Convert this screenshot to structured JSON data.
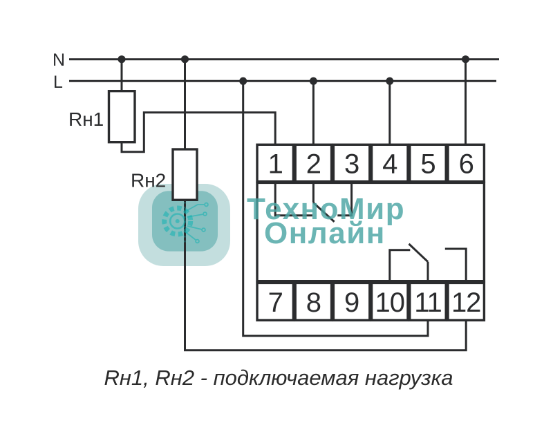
{
  "labels": {
    "neutral": "N",
    "line": "L",
    "load1": "Rн1",
    "load2": "Rн2"
  },
  "device": {
    "top_terminals": [
      "1",
      "2",
      "3",
      "4",
      "5",
      "6"
    ],
    "bottom_terminals": [
      "7",
      "8",
      "9",
      "10",
      "11",
      "12"
    ]
  },
  "caption": "Rн1, Rн2 - подключаемая нагрузка",
  "watermark": {
    "line1": "ТехноМир",
    "line2": "Онлайн"
  },
  "colors": {
    "wire": "#2b2c2e",
    "watermark_text": "#4aa5a4",
    "logo_outer": "#6fb0b0",
    "logo_inner": "#51a5a5",
    "gear": "#12b2b2",
    "background": "#ffffff"
  }
}
